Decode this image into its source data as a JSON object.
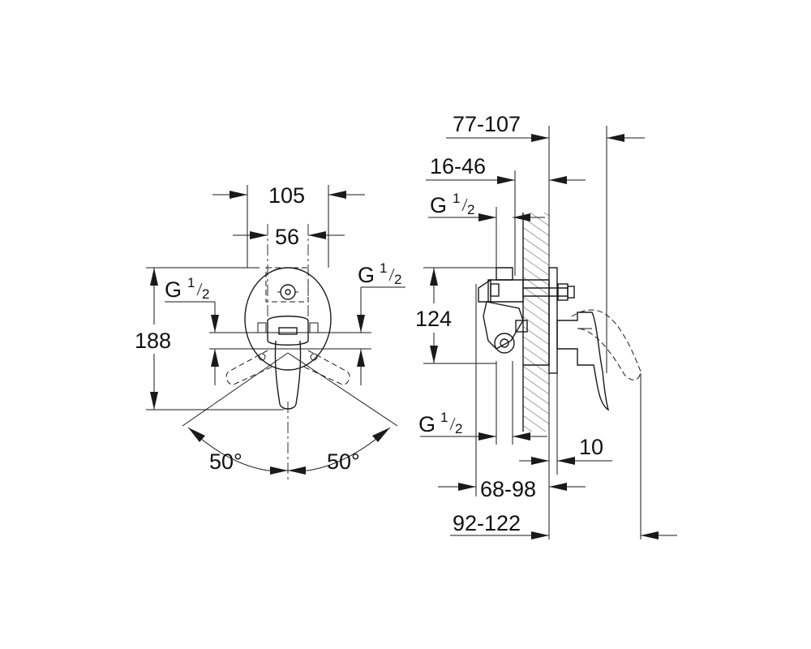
{
  "front_view": {
    "width_outer": "105",
    "width_inner": "56",
    "height": "188",
    "thread_left": {
      "letter": "G",
      "num": "1",
      "den": "2"
    },
    "thread_right": {
      "letter": "G",
      "num": "1",
      "den": "2"
    },
    "angle_left": "50°",
    "angle_right": "50°"
  },
  "side_view": {
    "dim_top": "77-107",
    "dim_second": "16-46",
    "thread_top": {
      "letter": "G",
      "num": "1",
      "den": "2"
    },
    "dim_height": "124",
    "thread_bottom": {
      "letter": "G",
      "num": "1",
      "den": "2"
    },
    "dim_plate": "10",
    "dim_range_mid": "68-98",
    "dim_range_bottom": "92-122"
  }
}
